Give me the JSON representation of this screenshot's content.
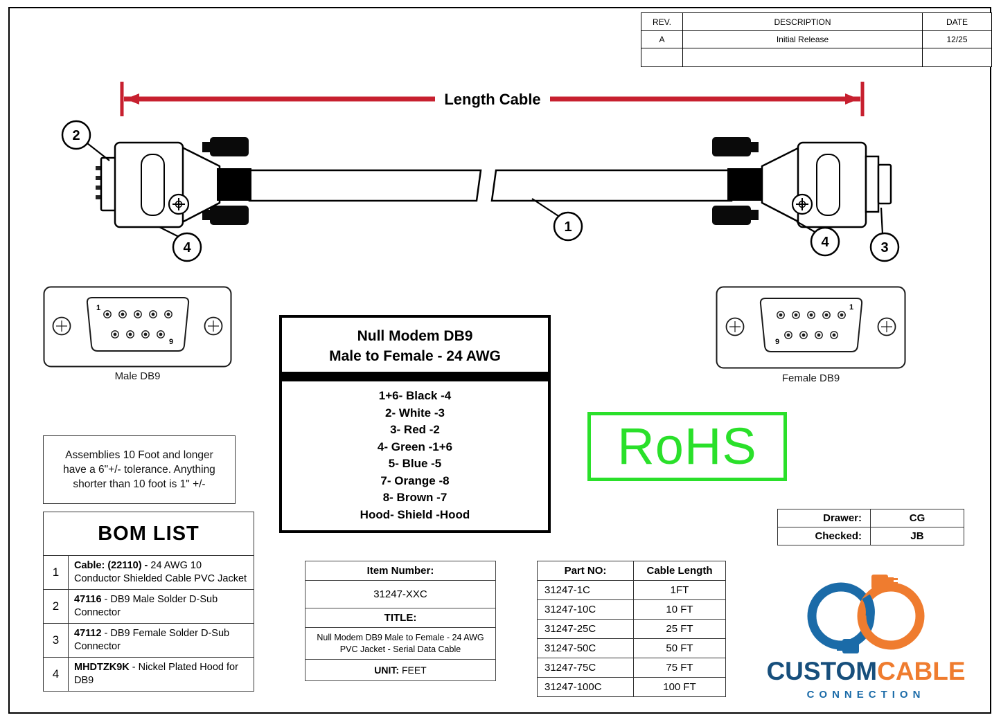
{
  "colors": {
    "dimension_red": "#c7202f",
    "rohs_green": "#2ae02a",
    "logo_blue": "#1b6ba8",
    "logo_dark_blue": "#174f7c",
    "logo_orange": "#ef7c2f"
  },
  "rev_table": {
    "col_rev": "REV.",
    "col_description": "DESCRIPTION",
    "col_date": "DATE",
    "row_rev": "A",
    "row_description": "Initial Release",
    "row_date": "12/25"
  },
  "dimension": {
    "label": "Length Cable"
  },
  "callouts": {
    "one": "1",
    "two": "2",
    "three": "3",
    "four_left": "4",
    "four_right": "4"
  },
  "faces": {
    "male_label": "Male DB9",
    "female_label": "Female DB9",
    "pin1": "1",
    "pin9": "9"
  },
  "spec_box": {
    "title_line1": "Null Modem DB9",
    "title_line2": "Male to Female - 24 AWG",
    "wiring": [
      "1+6- Black -4",
      "2- White -3",
      "3- Red -2",
      "4- Green -1+6",
      "5- Blue -5",
      "7- Orange -8",
      "8- Brown -7",
      "Hood- Shield -Hood"
    ]
  },
  "rohs_label": "RoHS",
  "tolerance_note": "Assemblies 10 Foot and longer have a 6\"+/- tolerance. Anything shorter than 10 foot is 1\" +/-",
  "bom": {
    "title": "BOM LIST",
    "items": [
      {
        "num": "1",
        "part": "Cable: (22110) -",
        "desc": " 24 AWG 10 Conductor Shielded Cable PVC Jacket"
      },
      {
        "num": "2",
        "part": "47116",
        "desc": " - DB9 Male Solder D-Sub Connector"
      },
      {
        "num": "3",
        "part": "47112",
        "desc": " - DB9 Female Solder D-Sub Connector"
      },
      {
        "num": "4",
        "part": "MHDTZK9K",
        "desc": " - Nickel Plated Hood for DB9"
      }
    ]
  },
  "item_box": {
    "header": "Item Number:",
    "item_number": "31247-XXC",
    "title_label": "TITLE:",
    "title_text": "Null Modem DB9 Male to Female - 24 AWG PVC Jacket - Serial Data Cable",
    "unit_label": "UNIT:",
    "unit_value": "FEET"
  },
  "part_table": {
    "header_part": "Part NO:",
    "header_length": "Cable Length",
    "rows": [
      {
        "part": "31247-1C",
        "length": "1FT"
      },
      {
        "part": "31247-10C",
        "length": "10 FT"
      },
      {
        "part": "31247-25C",
        "length": "25 FT"
      },
      {
        "part": "31247-50C",
        "length": "50 FT"
      },
      {
        "part": "31247-75C",
        "length": "75 FT"
      },
      {
        "part": "31247-100C",
        "length": "100 FT"
      }
    ]
  },
  "approval": {
    "drawer_label": "Drawer:",
    "drawer_value": "CG",
    "checked_label": "Checked:",
    "checked_value": "JB"
  },
  "logo": {
    "word_custom": "CUSTOM",
    "word_cable": "CABLE",
    "word_connection": "CONNECTION"
  }
}
